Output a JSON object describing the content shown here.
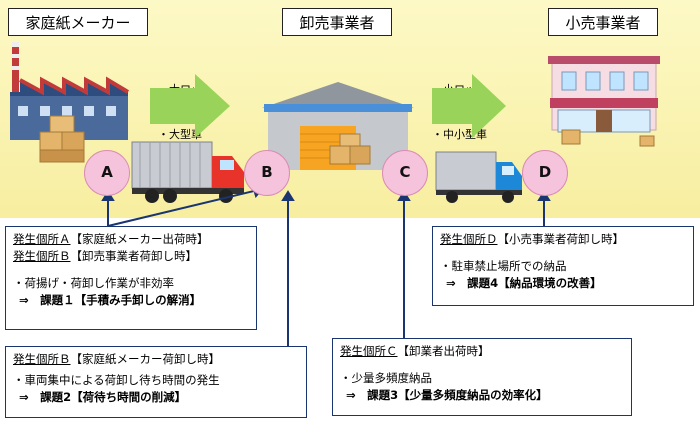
{
  "stages": {
    "maker": "家庭紙メーカー",
    "wholesaler": "卸売事業者",
    "retailer": "小売事業者"
  },
  "shipments": {
    "maker_to_wholesaler": [
      "・大ロット",
      "・大型車"
    ],
    "wholesaler_to_retailer": [
      "・小ロット",
      "・中小型車"
    ]
  },
  "points": [
    "A",
    "B",
    "C",
    "D"
  ],
  "notes": {
    "ab": {
      "line1_u": "発生個所Ａ",
      "line1": "【家庭紙メーカー出荷時】",
      "line2_u": "発生個所Ｂ",
      "line2": "【卸売事業者荷卸し時】",
      "item": "・荷揚げ・荷卸し作業が非効率",
      "issue": "⇒　課題１【手積み手卸しの解消】"
    },
    "b": {
      "line1_u": "発生個所Ｂ",
      "line1": "【家庭紙メーカー荷卸し時】",
      "item": "・車両集中による荷卸し待ち時間の発生",
      "issue": "⇒　課題2【荷待ち時間の削減】"
    },
    "c": {
      "line1_u": "発生個所Ｃ",
      "line1": "【卸業者出荷時】",
      "item": "・少量多頻度納品",
      "issue": "⇒　課題3【少量多頻度納品の効率化】"
    },
    "d": {
      "line1_u": "発生個所Ｄ",
      "line1": "【小売事業者荷卸し時】",
      "item": "・駐車禁止場所での納品",
      "issue": "⇒　課題4【納品環境の改善】"
    }
  },
  "colors": {
    "band": "#f9f2b0",
    "arrow": "#9ad35a",
    "circle": "#f5c4dc",
    "truck_red": "#e8332a",
    "truck_blue": "#1e88d8",
    "pointer_line": "#1a3570"
  },
  "icons": [
    "factory-icon",
    "cardboard-box-icon",
    "large-truck-icon",
    "warehouse-icon",
    "medium-truck-icon",
    "shop-icon"
  ]
}
